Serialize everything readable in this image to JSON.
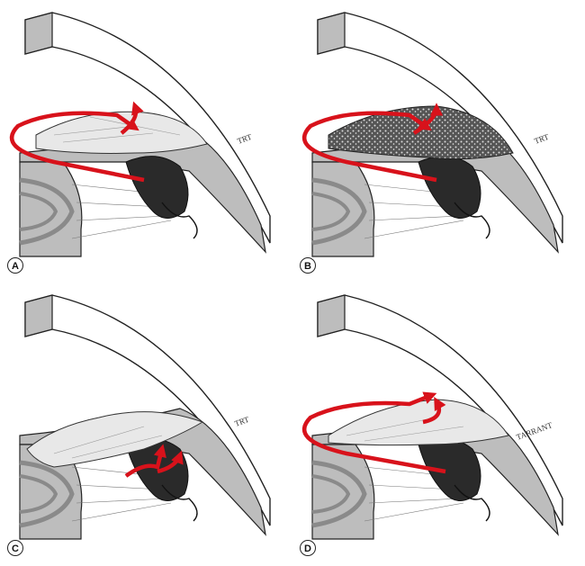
{
  "panels": [
    {
      "label": "A",
      "signature": "TRT"
    },
    {
      "label": "B",
      "signature": "TRT"
    },
    {
      "label": "C",
      "signature": "TRT"
    },
    {
      "label": "D",
      "signature": "TARRANT"
    }
  ],
  "colors": {
    "arrow": "#d8121b",
    "cornea": "#ffffff",
    "tissue": "#bdbdbd",
    "iris": "#2a2a2a",
    "lens": "#9a9a9a"
  }
}
